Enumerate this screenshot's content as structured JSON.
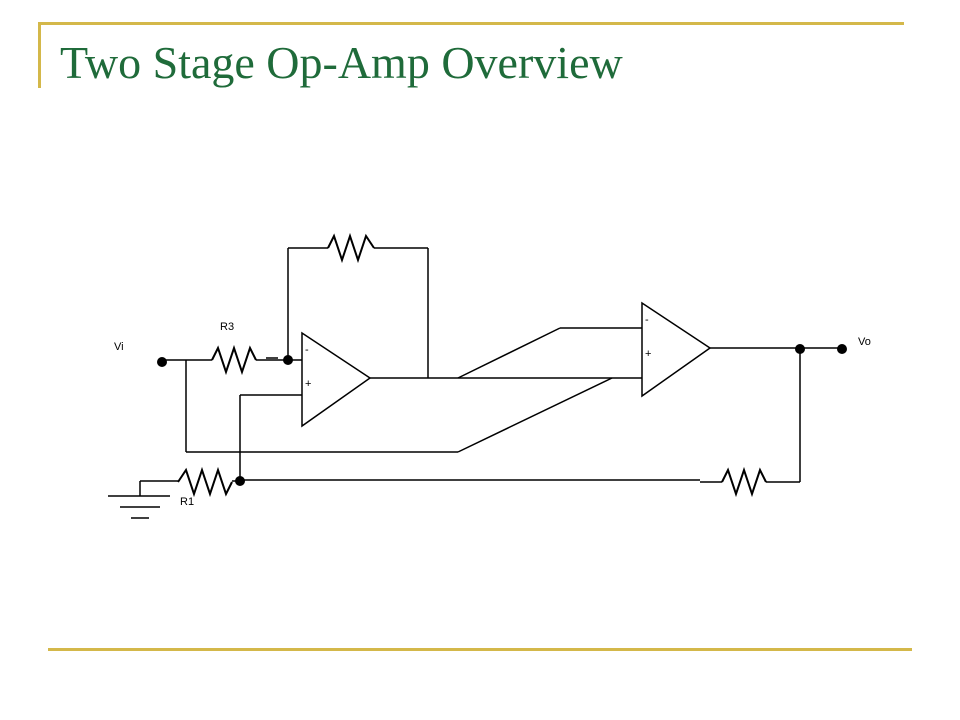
{
  "slide": {
    "title": "Two Stage Op-Amp Overview",
    "accent_color": "#d4b84a",
    "title_color": "#1f6b3a"
  },
  "circuit": {
    "labels": {
      "input": "Vi",
      "output": "Vo",
      "resistor_input": "R3",
      "resistor_ground": "R1"
    },
    "opamp1": {
      "inverting": "-",
      "noninverting": "+"
    },
    "opamp2": {
      "inverting": "-",
      "noninverting": "+"
    }
  }
}
